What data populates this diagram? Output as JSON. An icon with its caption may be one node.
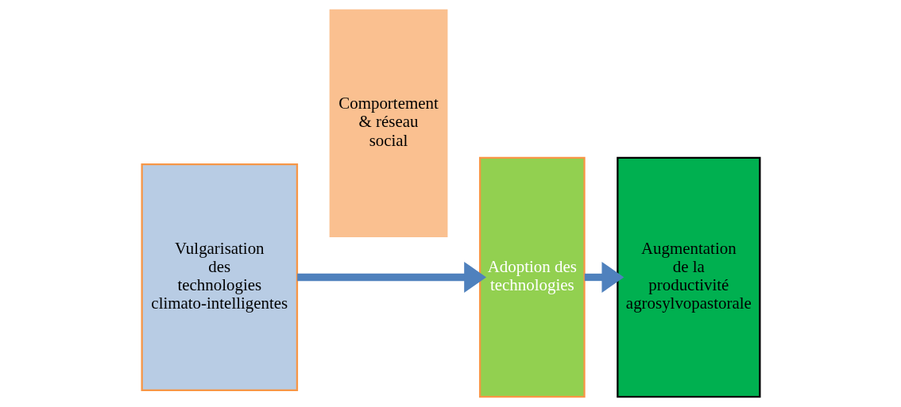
{
  "diagram": {
    "nodes": [
      {
        "text": [
          "Vulgarisation des technologies climato-intelligentes"
        ]
      },
      {
        "text": [
          "Comportement & réseau social"
        ]
      },
      {
        "text": [
          "Adoption des technologies"
        ]
      },
      {
        "text": [
          "Augmentation de la productivité agrosylvopastorale"
        ]
      }
    ],
    "edges": [
      {
        "from": 0,
        "to": 2,
        "arrow": "to"
      },
      {
        "from": 2,
        "to": 3,
        "arrow": "to"
      }
    ]
  }
}
